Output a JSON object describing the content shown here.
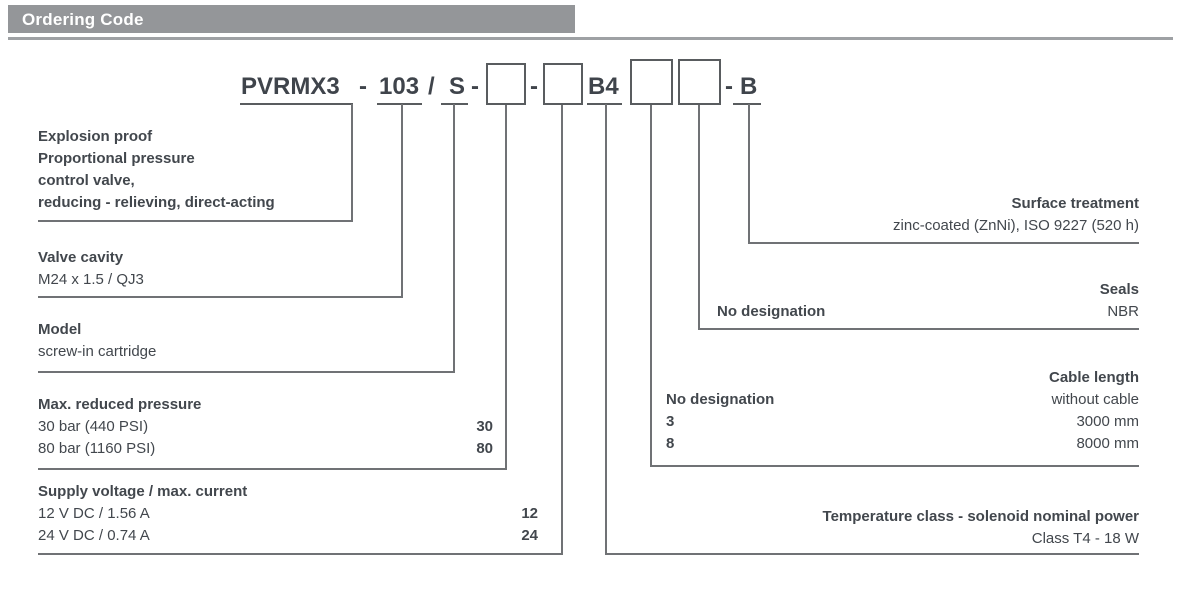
{
  "header": {
    "title": "Ordering Code"
  },
  "code": {
    "series": "PVRMX3",
    "sep1": "-",
    "size": "103",
    "sep2": "/",
    "model": "S",
    "sep3": "-",
    "sep4": "-",
    "coil": "B4",
    "sep5": "-",
    "suffix": "B"
  },
  "left_blocks": [
    {
      "lines": [
        "Explosion proof",
        "Proportional pressure",
        "control valve,",
        "reducing - relieving, direct-acting"
      ]
    },
    {
      "title": "Valve cavity",
      "value": "M24 x 1.5 / QJ3"
    },
    {
      "title": "Model",
      "value": "screw-in cartridge"
    },
    {
      "title": "Max. reduced pressure",
      "options": [
        {
          "label": "30 bar (440 PSI)",
          "code": "30"
        },
        {
          "label": "80 bar (1160 PSI)",
          "code": "80"
        }
      ]
    },
    {
      "title": "Supply voltage / max. current",
      "options": [
        {
          "label": "12 V DC / 1.56 A",
          "code": "12"
        },
        {
          "label": "24 V DC / 0.74 A",
          "code": "24"
        }
      ]
    }
  ],
  "right_blocks": [
    {
      "title": "Surface treatment",
      "value": "zinc-coated (ZnNi), ISO 9227 (520 h)"
    },
    {
      "title": "Seals",
      "options": [
        {
          "code": "No designation",
          "value": "NBR"
        }
      ]
    },
    {
      "title": "Cable length",
      "options": [
        {
          "code": "No designation",
          "value": "without cable"
        },
        {
          "code": "3",
          "value": "3000 mm"
        },
        {
          "code": "8",
          "value": "8000 mm"
        }
      ]
    },
    {
      "title": "Temperature class - solenoid nominal power",
      "value": "Class T4 - 18 W"
    }
  ],
  "colors": {
    "header_bg": "#949699",
    "header_text": "#ffffff",
    "text": "#42474d",
    "line": "#707275"
  }
}
